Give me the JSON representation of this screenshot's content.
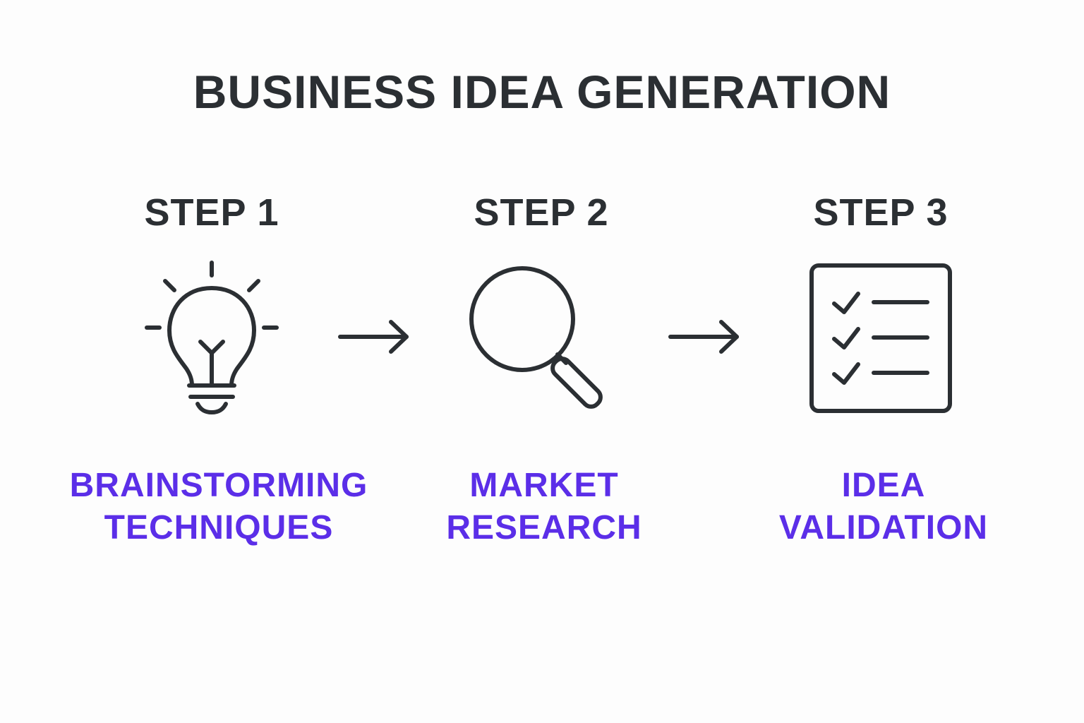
{
  "title": "BUSINESS IDEA GENERATION",
  "colors": {
    "ink": "#2b2f33",
    "accent": "#5b2ee8",
    "background": "#fdfdfd"
  },
  "steps": [
    {
      "label": "STEP 1",
      "icon": "lightbulb-icon",
      "name_lines": [
        "BRAINSTORMING",
        "TECHNIQUES"
      ]
    },
    {
      "label": "STEP 2",
      "icon": "magnifying-glass-icon",
      "name_lines": [
        "MARKET",
        "RESEARCH"
      ]
    },
    {
      "label": "STEP 3",
      "icon": "checklist-icon",
      "name_lines": [
        "IDEA",
        "VALIDATION"
      ]
    }
  ],
  "connectors": [
    "arrow-right-icon",
    "arrow-right-icon"
  ]
}
